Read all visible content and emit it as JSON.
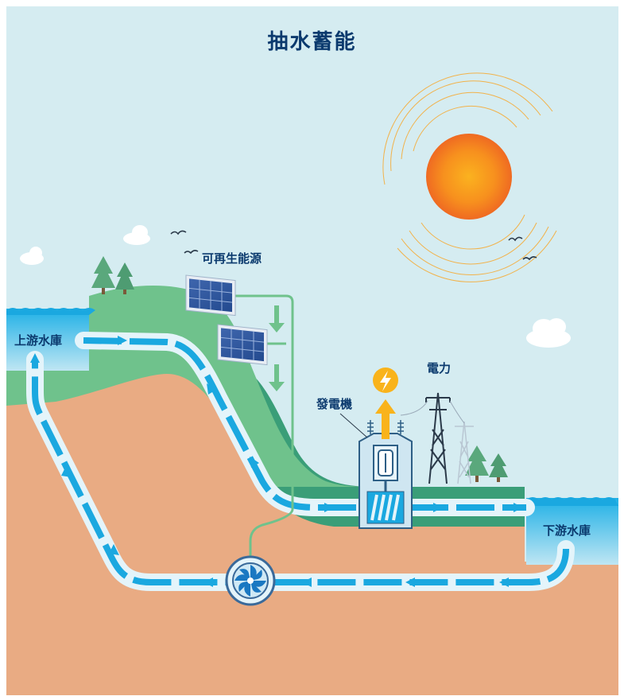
{
  "title": "抽水蓄能",
  "labels": {
    "renewable": "可再生能源",
    "power": "電力",
    "generator": "發電機",
    "upper_reservoir": "上游水庫",
    "lower_reservoir": "下游水庫"
  },
  "colors": {
    "sky": "#d5ecf1",
    "water": "#1aa8e0",
    "pipe": "#e4f4fa",
    "hill_light": "#6fc28c",
    "hill_dark": "#3a9e78",
    "soil": "#e9ab83",
    "sun": "#f5841f",
    "label": "#0b3a6e"
  }
}
